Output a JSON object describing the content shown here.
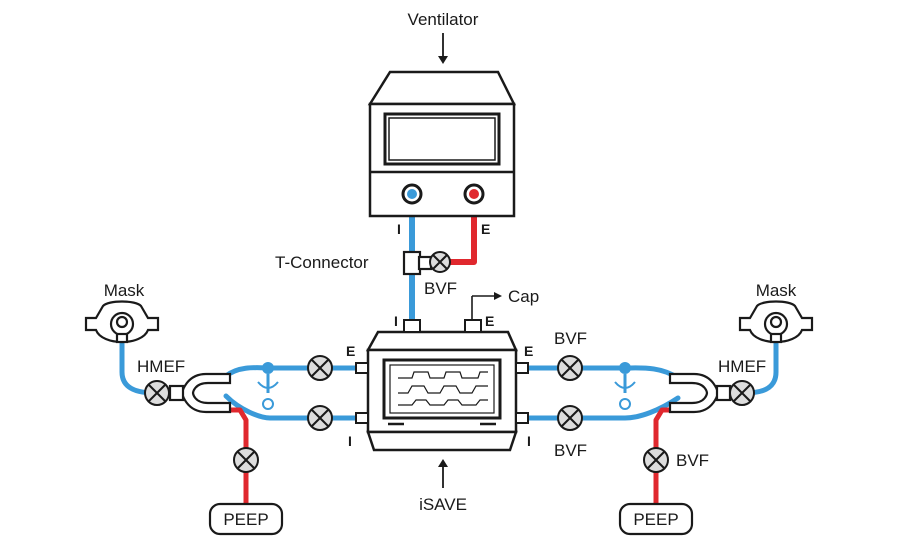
{
  "labels": {
    "ventilator": "Ventilator",
    "t_connector": "T-Connector",
    "bvf": "BVF",
    "cap": "Cap",
    "mask": "Mask",
    "hmef": "HMEF",
    "peep": "PEEP",
    "isave": "iSAVE",
    "inspiratory": "I",
    "expiratory": "E"
  },
  "colors": {
    "inspiratory_line": "#3a9ad9",
    "expiratory_line": "#e0282e",
    "outline": "#1a1a1a",
    "valve_fill": "#dddddd"
  },
  "icons": [
    "ventilator-device",
    "isave-device",
    "mask-icon",
    "valve-icon",
    "t-connector-icon",
    "arrow-down-icon"
  ]
}
